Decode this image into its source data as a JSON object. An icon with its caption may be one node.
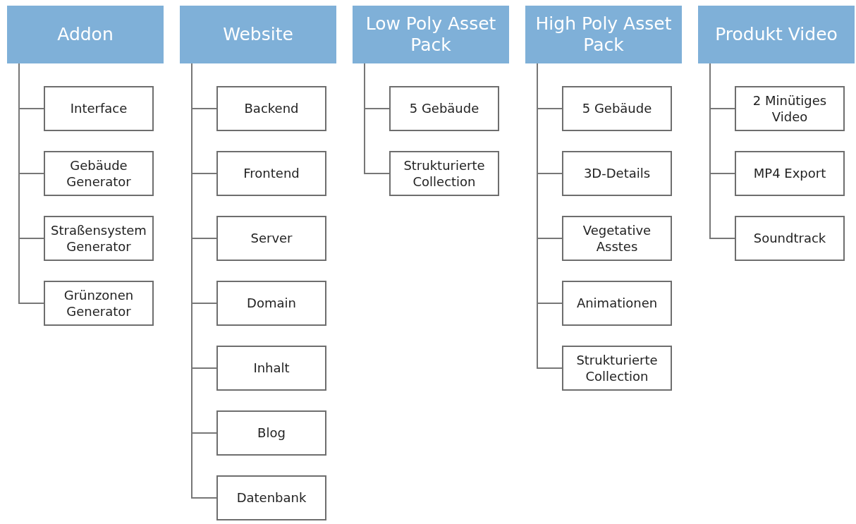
{
  "diagram": {
    "nodes": [
      {
        "text": [
          "Addon"
        ]
      },
      {
        "text": [
          "Interface"
        ]
      },
      {
        "text": [
          "Gebäude Generator"
        ]
      },
      {
        "text": [
          "Straßensystem Generator"
        ]
      },
      {
        "text": [
          "Grünzonen Generator"
        ]
      },
      {
        "text": [
          "Website"
        ]
      },
      {
        "text": [
          "Backend"
        ]
      },
      {
        "text": [
          "Frontend"
        ]
      },
      {
        "text": [
          "Server"
        ]
      },
      {
        "text": [
          "Domain"
        ]
      },
      {
        "text": [
          "Inhalt"
        ]
      },
      {
        "text": [
          "Blog"
        ]
      },
      {
        "text": [
          "Datenbank"
        ]
      },
      {
        "text": [
          "Low Poly Asset Pack"
        ]
      },
      {
        "text": [
          "5 Gebäude"
        ]
      },
      {
        "text": [
          "Strukturierte Collection"
        ]
      },
      {
        "text": [
          "High Poly Asset Pack"
        ]
      },
      {
        "text": [
          "5 Gebäude"
        ]
      },
      {
        "text": [
          "3D-Details"
        ]
      },
      {
        "text": [
          "Vegetative Asstes"
        ]
      },
      {
        "text": [
          "Animationen"
        ]
      },
      {
        "text": [
          "Strukturierte Collection"
        ]
      },
      {
        "text": [
          "Produkt Video"
        ]
      },
      {
        "text": [
          "2 Minütiges Video"
        ]
      },
      {
        "text": [
          "MP4 Export"
        ]
      },
      {
        "text": [
          "Soundtrack"
        ]
      }
    ],
    "edges": [
      {
        "from": 0,
        "to": 1,
        "arrow": "none"
      },
      {
        "from": 0,
        "to": 2,
        "arrow": "none"
      },
      {
        "from": 0,
        "to": 3,
        "arrow": "none"
      },
      {
        "from": 0,
        "to": 4,
        "arrow": "none"
      },
      {
        "from": 5,
        "to": 6,
        "arrow": "none"
      },
      {
        "from": 5,
        "to": 7,
        "arrow": "none"
      },
      {
        "from": 5,
        "to": 8,
        "arrow": "none"
      },
      {
        "from": 5,
        "to": 9,
        "arrow": "none"
      },
      {
        "from": 5,
        "to": 10,
        "arrow": "none"
      },
      {
        "from": 5,
        "to": 11,
        "arrow": "none"
      },
      {
        "from": 5,
        "to": 12,
        "arrow": "none"
      },
      {
        "from": 13,
        "to": 14,
        "arrow": "none"
      },
      {
        "from": 13,
        "to": 15,
        "arrow": "none"
      },
      {
        "from": 16,
        "to": 17,
        "arrow": "none"
      },
      {
        "from": 16,
        "to": 18,
        "arrow": "none"
      },
      {
        "from": 16,
        "to": 19,
        "arrow": "none"
      },
      {
        "from": 16,
        "to": 20,
        "arrow": "none"
      },
      {
        "from": 16,
        "to": 21,
        "arrow": "none"
      },
      {
        "from": 22,
        "to": 23,
        "arrow": "none"
      },
      {
        "from": 22,
        "to": 24,
        "arrow": "none"
      },
      {
        "from": 22,
        "to": 25,
        "arrow": "none"
      }
    ]
  }
}
